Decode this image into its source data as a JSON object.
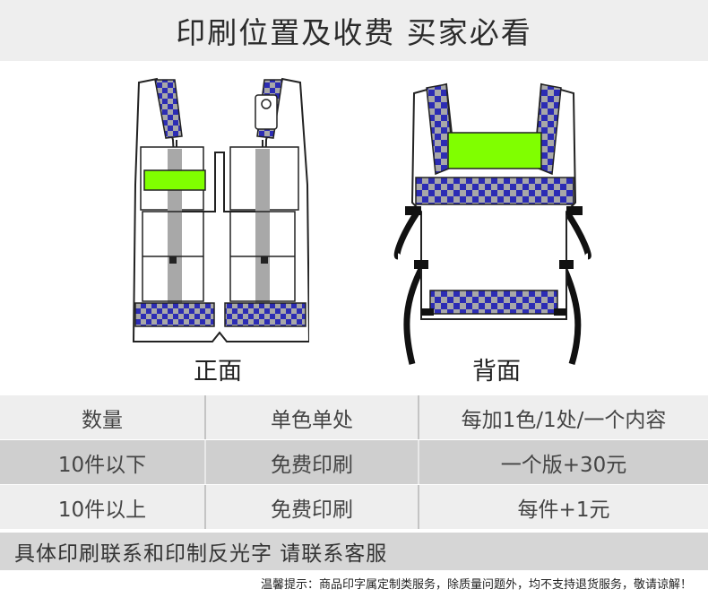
{
  "header": {
    "title": "印刷位置及收费 买家必看"
  },
  "views": {
    "front_label": "正面",
    "back_label": "背面"
  },
  "colors": {
    "reflective_blue": "#2c2cb4",
    "reflective_gray": "#a8a8a8",
    "print_area": "#80ff00"
  },
  "table": {
    "headers": [
      "数量",
      "单色单处",
      "每加1色/1处/一个内容"
    ],
    "rows": [
      [
        "10件以下",
        "免费印刷",
        "一个版+30元"
      ],
      [
        "10件以上",
        "免费印刷",
        "每件+1元"
      ]
    ]
  },
  "footer": {
    "contact": "具体印刷联系和印制反光字  请联系客服",
    "notice": "温馨提示：商品印字属定制类服务，除质量问题外，均不支持退货服务，敬请谅解！"
  }
}
